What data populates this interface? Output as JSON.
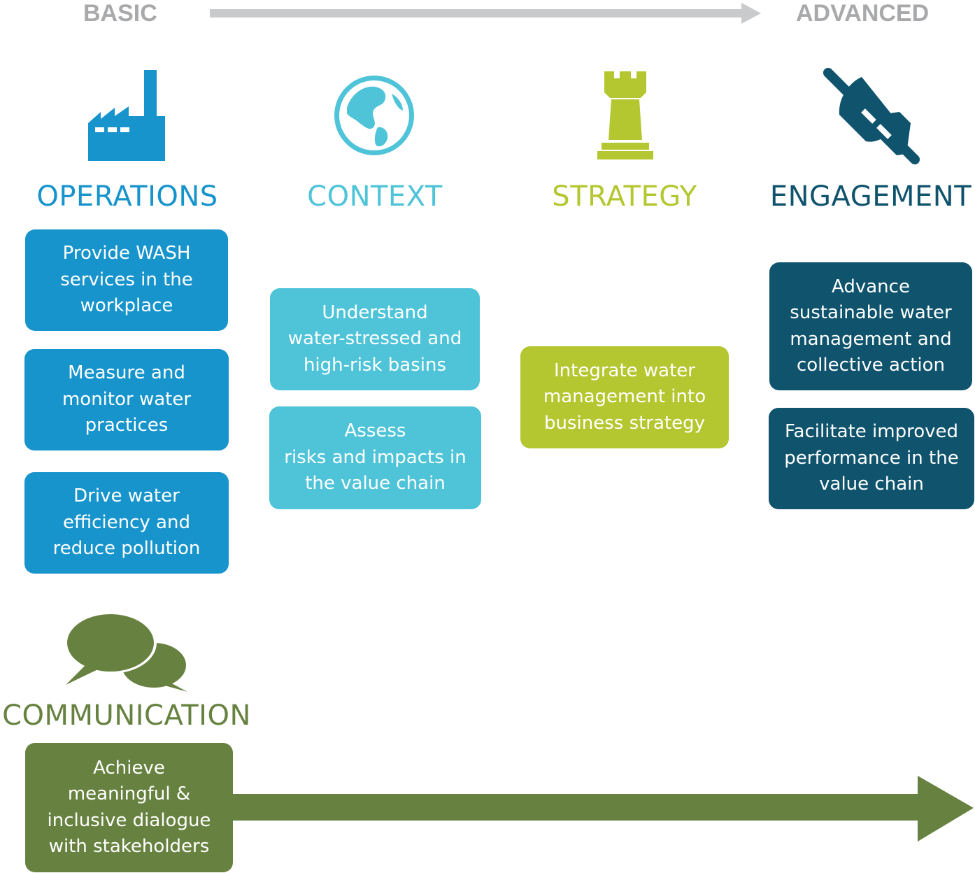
{
  "progression": {
    "start_label": "BASIC",
    "end_label": "ADVANCED"
  },
  "colors": {
    "operations": "#1794cc",
    "context": "#4fc4d8",
    "strategy": "#b5c730",
    "engagement": "#0f536d",
    "communication": "#678240",
    "progression_gray": "#c9cacc",
    "progression_text": "#a8a9ab"
  },
  "columns": {
    "operations": {
      "title": "OPERATIONS",
      "icon": "factory-icon",
      "items": [
        "Provide WASH\nservices in the\nworkplace",
        "Measure and\nmonitor water\npractices",
        "Drive water\nefficiency and\nreduce pollution"
      ]
    },
    "context": {
      "title": "CONTEXT",
      "icon": "globe-icon",
      "items": [
        "Understand\nwater-stressed and\nhigh-risk basins",
        "Assess\nrisks and impacts in\nthe value chain"
      ]
    },
    "strategy": {
      "title": "STRATEGY",
      "icon": "chess-rook-icon",
      "items": [
        "Integrate water\nmanagement into\nbusiness strategy"
      ]
    },
    "engagement": {
      "title": "ENGAGEMENT",
      "icon": "plug-icon",
      "items": [
        "Advance\nsustainable water\nmanagement and\ncollective action",
        "Facilitate improved\nperformance in the\nvalue chain"
      ]
    }
  },
  "communication": {
    "title": "COMMUNICATION",
    "icon": "speech-bubbles-icon",
    "item": "Achieve\nmeaningful &\ninclusive  dialogue\nwith stakeholders"
  }
}
